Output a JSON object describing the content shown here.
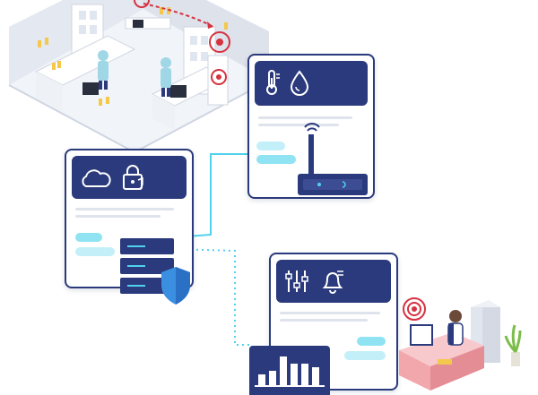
{
  "colors": {
    "navy": "#2a3a7c",
    "cyan": "#4fd2ec",
    "cyan_light": "#c3f0f8",
    "red_alert": "#d6323f",
    "room_wall": "#e9edf4",
    "desk_pink": "#f2a7ad"
  },
  "icons": {
    "card_top": [
      "thermometer-icon",
      "water-drop-icon"
    ],
    "card_left": [
      "cloud-icon",
      "lock-icon"
    ],
    "card_bottom": [
      "equalizer-icon",
      "bell-icon"
    ],
    "devices": [
      "wireless-sensor-icon",
      "server-stack-icon",
      "shield-icon",
      "bar-chart-icon",
      "signal-alert-icon"
    ]
  },
  "chart_data": {
    "type": "bar",
    "values": [
      3,
      4,
      8,
      6,
      6,
      5
    ]
  }
}
